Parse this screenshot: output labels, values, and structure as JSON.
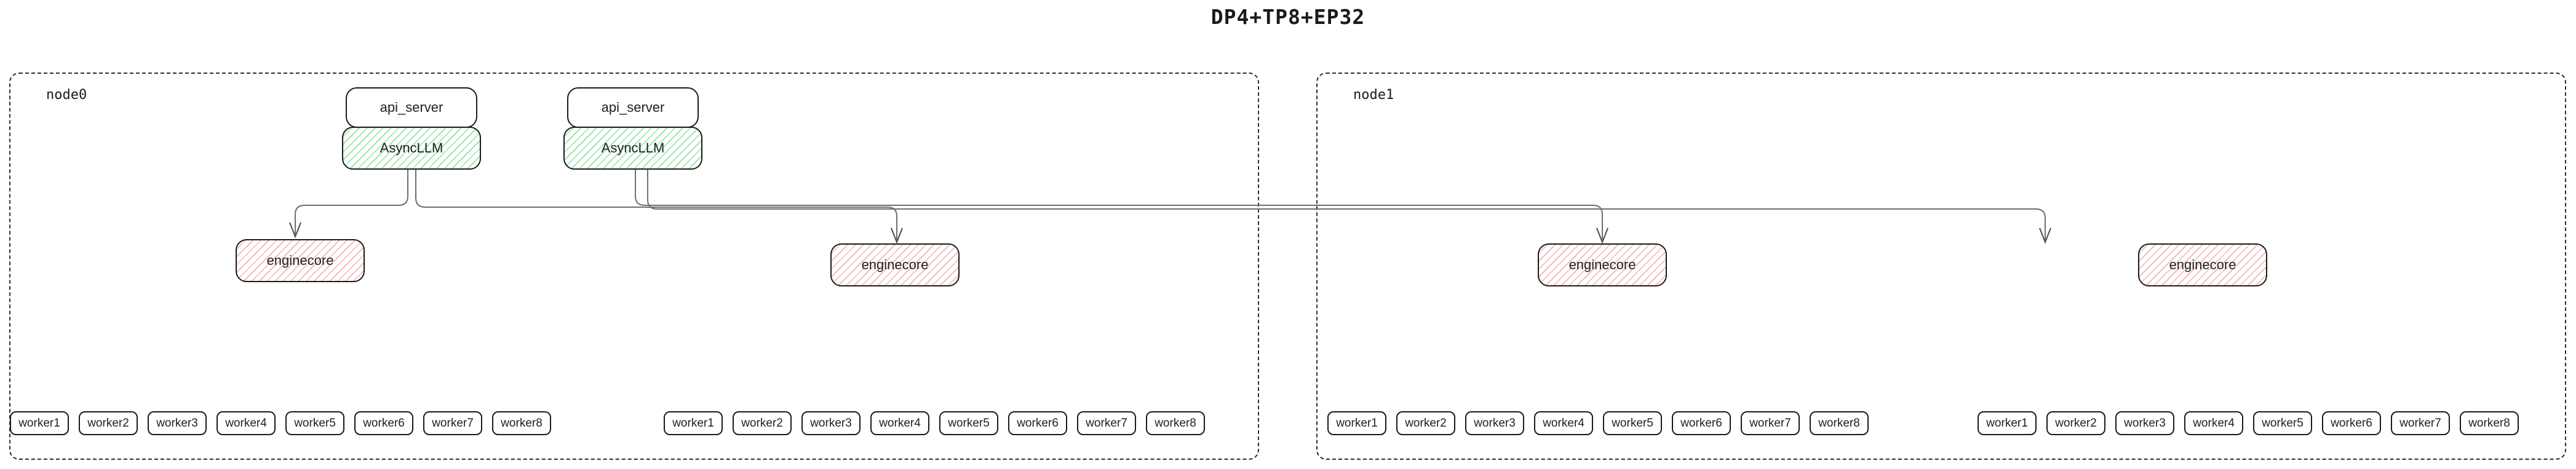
{
  "title": "DP4+TP8+EP32",
  "colors": {
    "background": "#ffffff",
    "box_border": "#1a1a1a",
    "node_border": "#2f2f2f",
    "asyncllm_hatch": "#8fe3a2",
    "enginecore_hatch": "#f1b3b0",
    "edge_line": "#6e6e6e"
  },
  "nodes": [
    {
      "label": "node0",
      "pairs": [
        {
          "api_server": "api_server",
          "asyncllm": "AsyncLLM"
        },
        {
          "api_server": "api_server",
          "asyncllm": "AsyncLLM"
        }
      ],
      "enginecores": [
        "enginecore",
        "enginecore"
      ],
      "worker_groups": [
        [
          "worker1",
          "worker2",
          "worker3",
          "worker4",
          "worker5",
          "worker6",
          "worker7",
          "worker8"
        ],
        [
          "worker1",
          "worker2",
          "worker3",
          "worker4",
          "worker5",
          "worker6",
          "worker7",
          "worker8"
        ]
      ]
    },
    {
      "label": "node1",
      "pairs": [],
      "enginecores": [
        "enginecore",
        "enginecore"
      ],
      "worker_groups": [
        [
          "worker1",
          "worker2",
          "worker3",
          "worker4",
          "worker5",
          "worker6",
          "worker7",
          "worker8"
        ],
        [
          "worker1",
          "worker2",
          "worker3",
          "worker4",
          "worker5",
          "worker6",
          "worker7",
          "worker8"
        ]
      ]
    }
  ]
}
